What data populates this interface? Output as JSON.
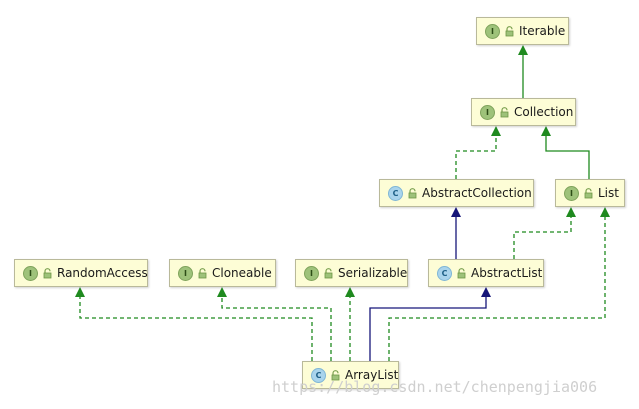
{
  "diagram": {
    "nodes": {
      "iterable": {
        "label": "Iterable",
        "kind": "I"
      },
      "collection": {
        "label": "Collection",
        "kind": "I"
      },
      "abstract_collection": {
        "label": "AbstractCollection",
        "kind": "C"
      },
      "list": {
        "label": "List",
        "kind": "I"
      },
      "random_access": {
        "label": "RandomAccess",
        "kind": "I"
      },
      "cloneable": {
        "label": "Cloneable",
        "kind": "I"
      },
      "serializable": {
        "label": "Serializable",
        "kind": "I"
      },
      "abstract_list": {
        "label": "AbstractList",
        "kind": "C"
      },
      "array_list": {
        "label": "ArrayList",
        "kind": "C"
      }
    },
    "edges": [
      {
        "from": "collection",
        "to": "iterable",
        "type": "extends"
      },
      {
        "from": "list",
        "to": "collection",
        "type": "extends"
      },
      {
        "from": "abstract_collection",
        "to": "collection",
        "type": "implements"
      },
      {
        "from": "abstract_list",
        "to": "abstract_collection",
        "type": "extends"
      },
      {
        "from": "abstract_list",
        "to": "list",
        "type": "implements"
      },
      {
        "from": "array_list",
        "to": "random_access",
        "type": "implements"
      },
      {
        "from": "array_list",
        "to": "cloneable",
        "type": "implements"
      },
      {
        "from": "array_list",
        "to": "serializable",
        "type": "implements"
      },
      {
        "from": "array_list",
        "to": "abstract_list",
        "type": "extends"
      },
      {
        "from": "array_list",
        "to": "list",
        "type": "implements"
      }
    ],
    "colors": {
      "interface_edge": "#1f8a1f",
      "class_edge": "#16167a",
      "node_fill": "#fdfdd6"
    }
  },
  "watermark": "https://blog.csdn.net/chenpengjia006"
}
